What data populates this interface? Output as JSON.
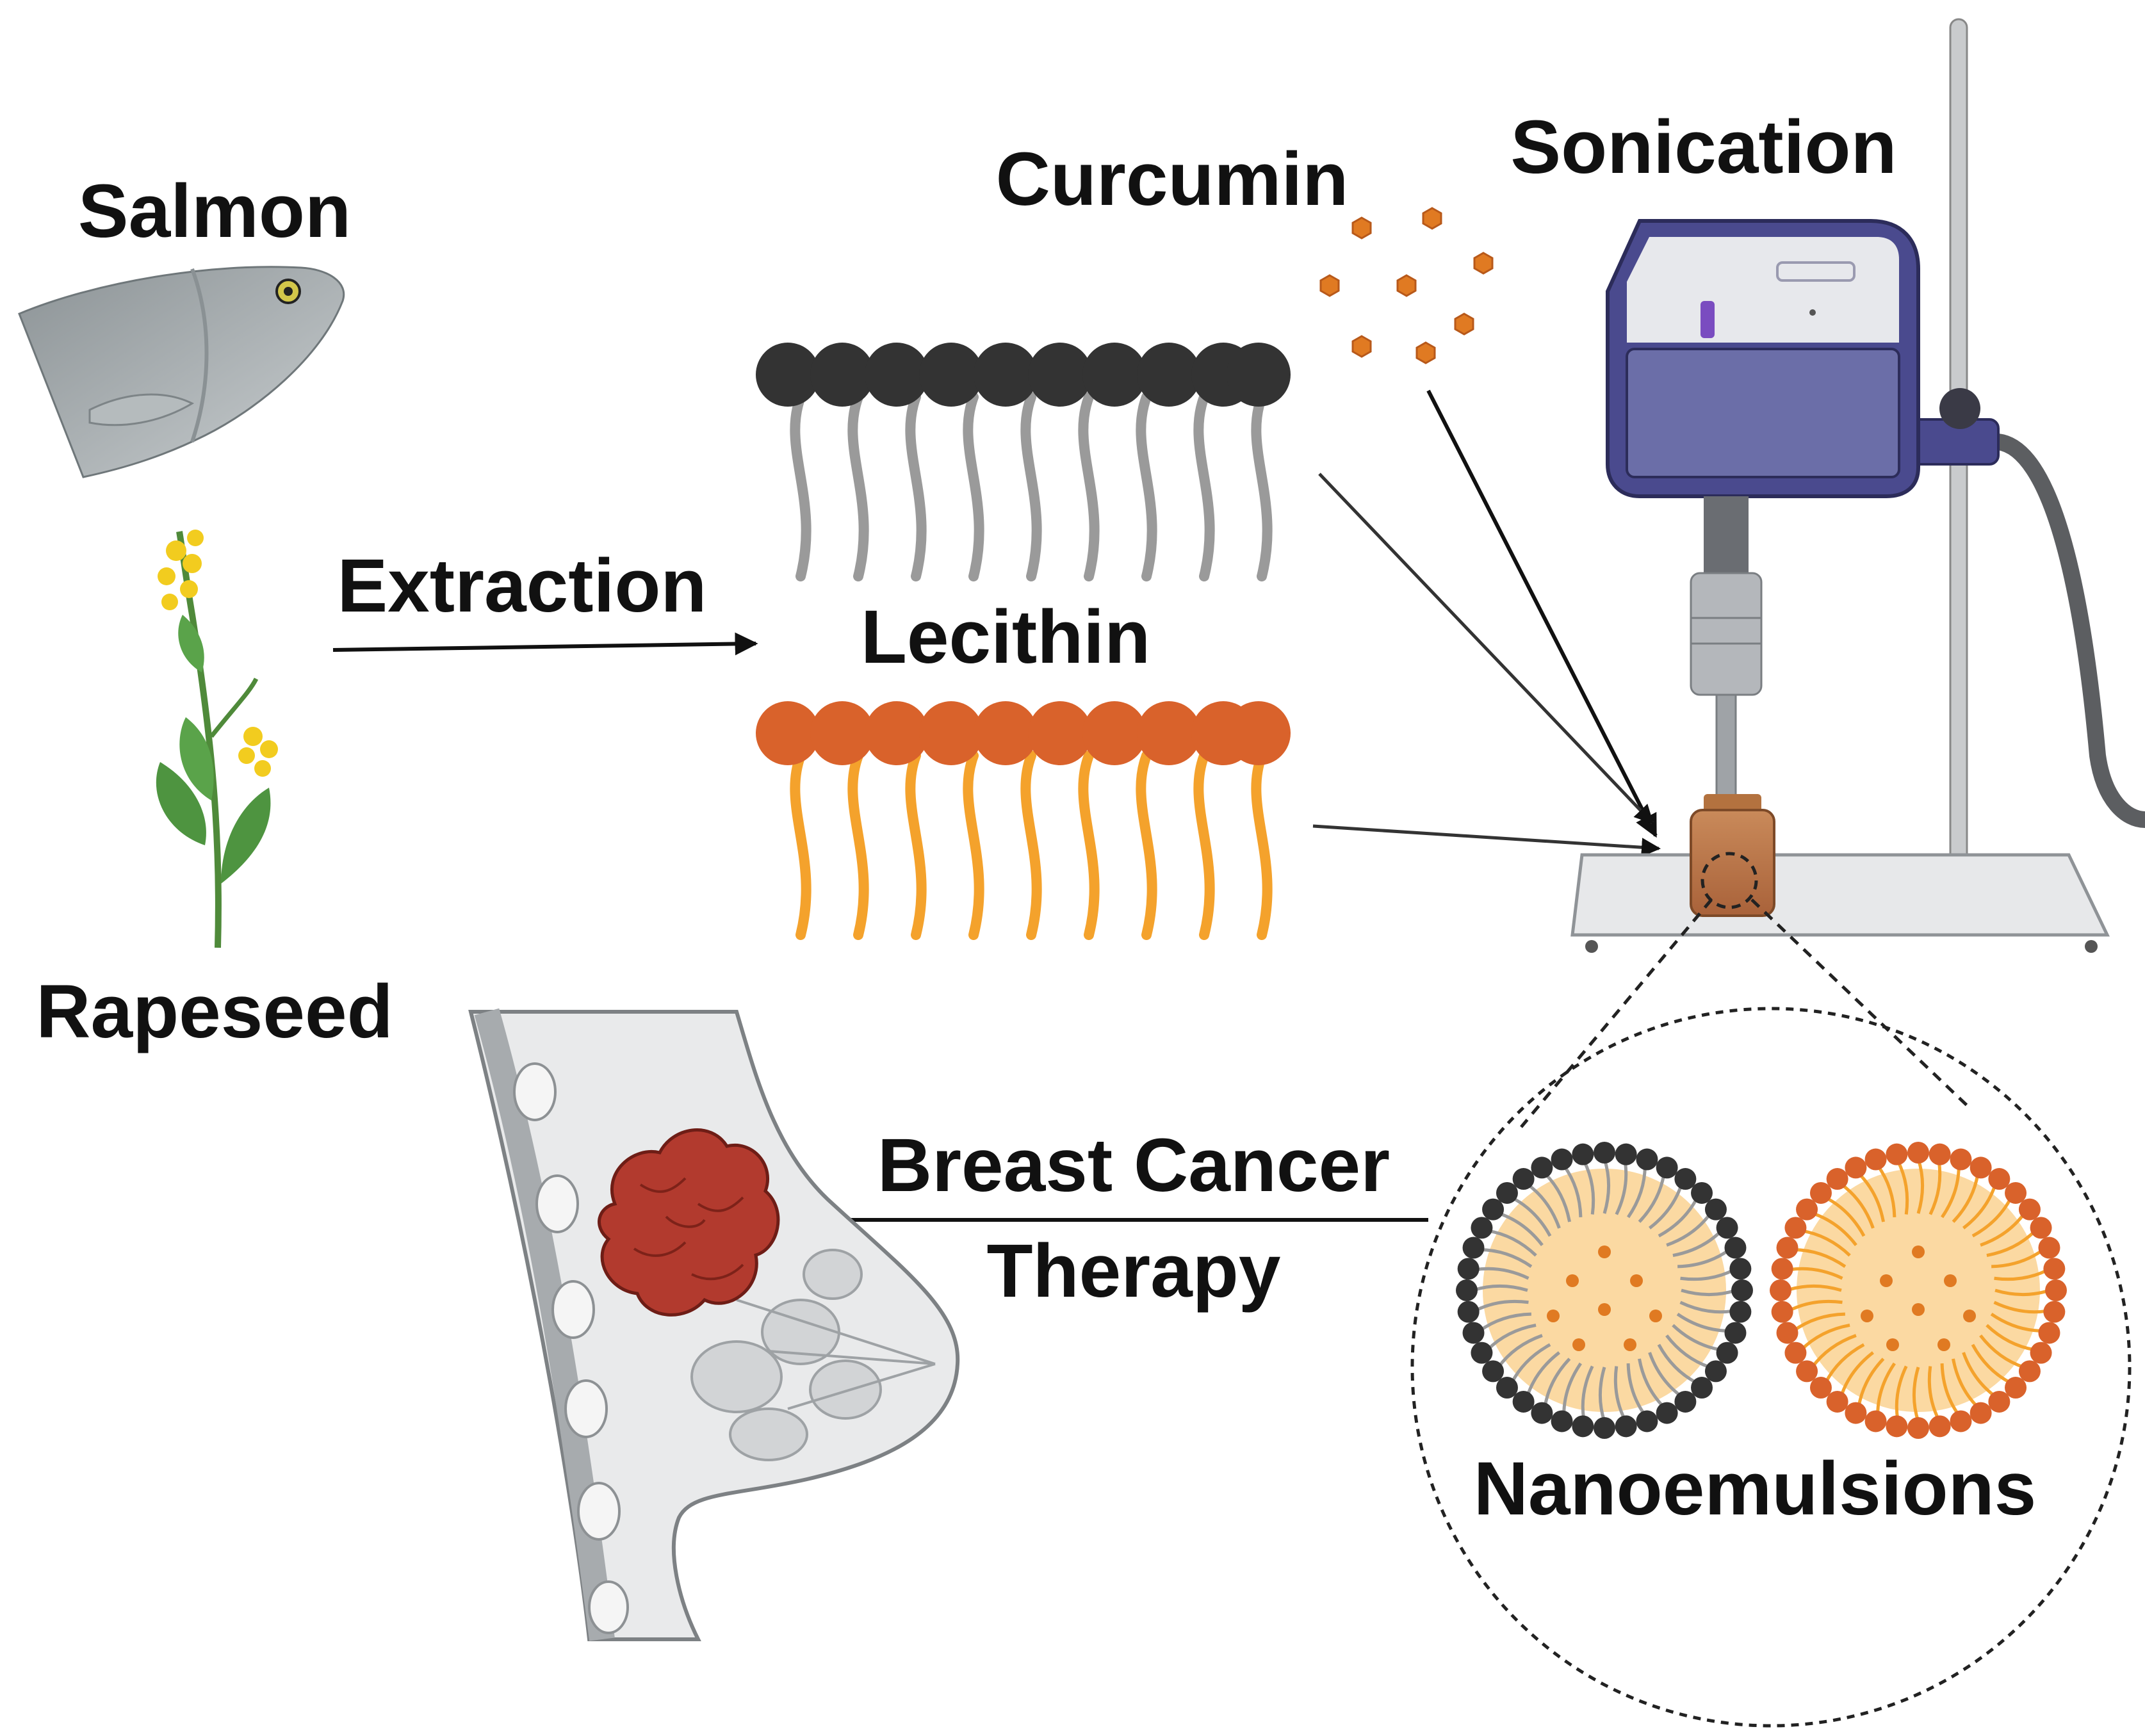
{
  "labels": {
    "salmon": "Salmon",
    "rapeseed": "Rapeseed",
    "extraction": "Extraction",
    "lecithin": "Lecithin",
    "curcumin": "Curcumin",
    "sonication": "Sonication",
    "therapy_line1": "Breast Cancer",
    "therapy_line2": "Therapy",
    "nanoemulsions": "Nanoemulsions"
  },
  "colors": {
    "dark_head": "#333333",
    "dark_tail": "#9a9a9a",
    "orange_head": "#d9622b",
    "orange_tail": "#f4a22c",
    "curcumin": "#e07a22",
    "core": "#fbd9a2",
    "tumor": "#b23a2e",
    "device": "#4a4a8e",
    "text": "#111111"
  },
  "icons": {
    "salmon": "salmon-fish-icon",
    "rapeseed": "rapeseed-plant-icon",
    "sonicator": "sonicator-icon",
    "breast": "breast-anatomy-icon",
    "tumor": "tumor-icon"
  }
}
